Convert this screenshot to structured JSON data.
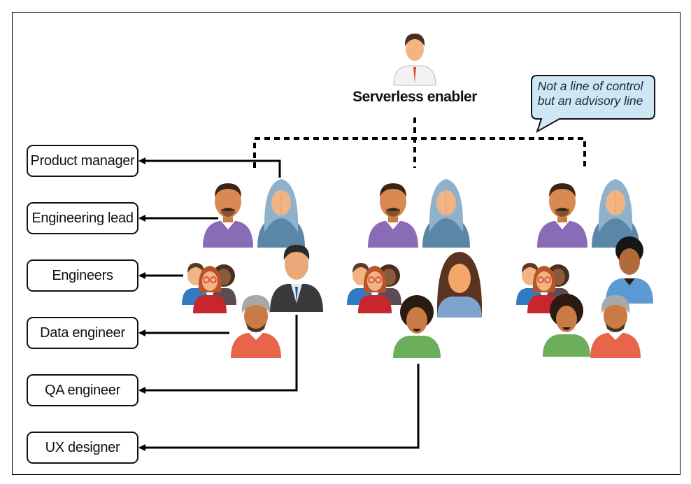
{
  "enabler": {
    "label": "Serverless enabler"
  },
  "callout": {
    "line1": "Not a line of control",
    "line2": "but an advisory line"
  },
  "roles": [
    {
      "label": "Product manager"
    },
    {
      "label": "Engineering lead"
    },
    {
      "label": "Engineers"
    },
    {
      "label": "Data engineer"
    },
    {
      "label": "QA engineer"
    },
    {
      "label": "UX designer"
    }
  ],
  "teams": [
    {
      "members": [
        "engineering-lead",
        "product-manager",
        "engineer",
        "engineer",
        "engineer",
        "qa-engineer",
        "data-engineer"
      ]
    },
    {
      "members": [
        "engineering-lead",
        "product-manager",
        "engineer",
        "engineer",
        "engineer",
        "ux-designer",
        "team-member"
      ]
    },
    {
      "members": [
        "engineering-lead",
        "product-manager",
        "engineer",
        "engineer",
        "engineer",
        "team-member",
        "team-member",
        "data-engineer"
      ]
    }
  ],
  "colors": {
    "callout_fill": "#cfe6f4",
    "purple_shirt": "#8a6bb8",
    "hijab": "#8fb2cc",
    "green_shirt": "#6cae5a",
    "orange_shirt": "#e8644a",
    "red_shirt": "#c8262e",
    "blue_shirt": "#2f7cc4",
    "skin_tan": "#d98a52",
    "skin_light": "#f2b483"
  }
}
